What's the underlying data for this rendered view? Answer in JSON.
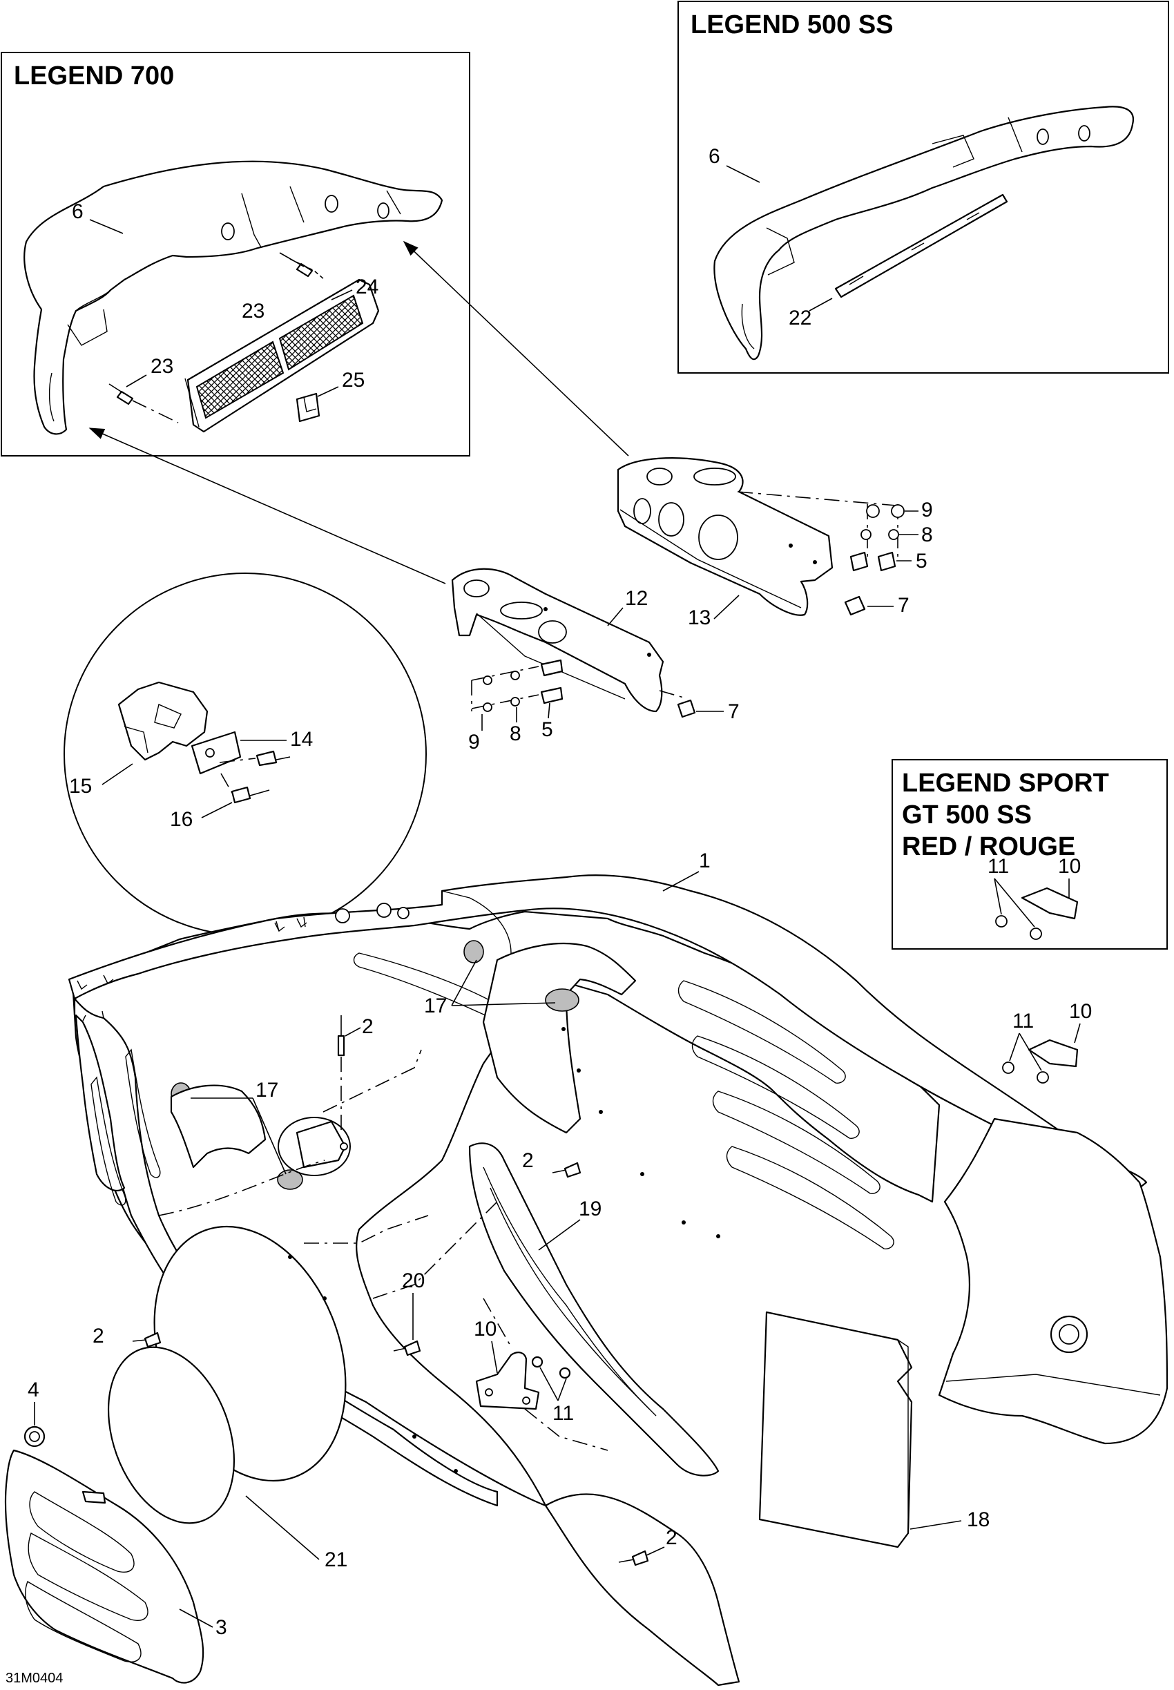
{
  "figure_code": "31M0404",
  "legends": {
    "legend_700": "LEGEND 700",
    "legend_500ss": "LEGEND 500 SS",
    "legend_sport_line1": "LEGEND SPORT",
    "legend_sport_line2": "GT 500 SS",
    "legend_sport_line3": "RED / ROUGE"
  },
  "callouts": {
    "c1": "1",
    "c2a": "2",
    "c2b": "2",
    "c2c": "2",
    "c2d": "2",
    "c3": "3",
    "c4": "4",
    "c5a": "5",
    "c5b": "5",
    "c6a": "6",
    "c6b": "6",
    "c7a": "7",
    "c7b": "7",
    "c8a": "8",
    "c8b": "8",
    "c9a": "9",
    "c9b": "9",
    "c10a": "10",
    "c10b": "10",
    "c10c": "10",
    "c11a": "11",
    "c11b": "11",
    "c11c": "11",
    "c12": "12",
    "c13": "13",
    "c14": "14",
    "c15": "15",
    "c16": "16",
    "c17a": "17",
    "c17b": "17",
    "c18": "18",
    "c19": "19",
    "c20": "20",
    "c21": "21",
    "c22": "22",
    "c23a": "23",
    "c23b": "23",
    "c24": "24",
    "c25": "25"
  }
}
